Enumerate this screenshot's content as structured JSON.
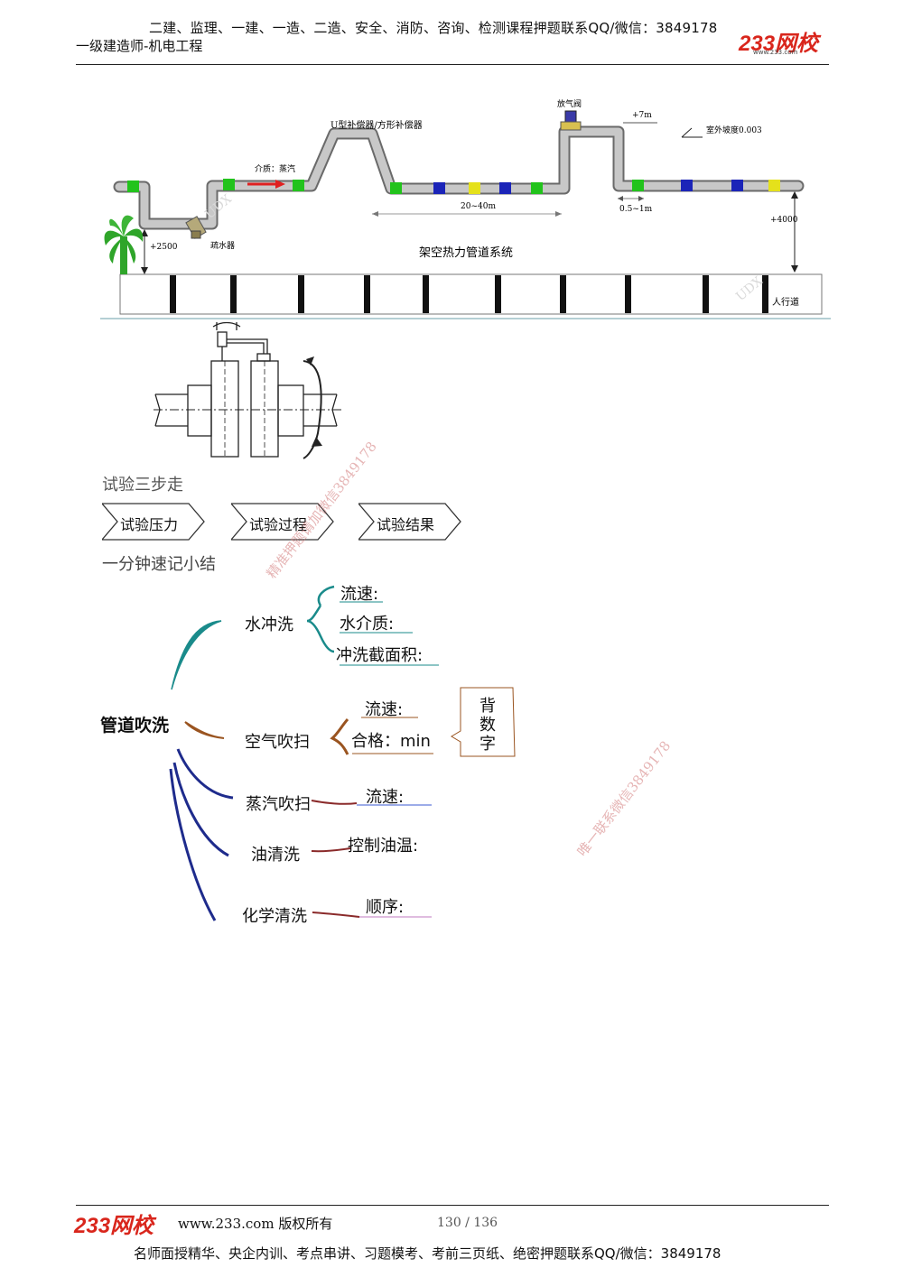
{
  "header": {
    "top_line": "二建、监理、一建、一造、二造、安全、消防、咨询、检测课程押题联系QQ/微信：3849178",
    "subtitle": "一级建造师-机电工程",
    "logo": "233网校",
    "logo_url": "www.233.com"
  },
  "figure": {
    "title": "架空热力管道系统",
    "compensator": "U型补偿器/方形补偿器",
    "medium": "介质：蒸汽",
    "trap": "疏水器",
    "vent_valve": "放气阀",
    "elev_7m": "+7m",
    "slope": "室外坡度0.003",
    "span_20_40": "20~40m",
    "span_05_1": "0.5~1m",
    "elev_2500": "+2500",
    "elev_4000": "+4000",
    "sidewalk": "人行道",
    "watermark": "UDX"
  },
  "section": {
    "three_steps_title": "试验三步走",
    "steps": [
      "试验压力",
      "试验过程",
      "试验结果"
    ],
    "summary_title": "一分钟速记小结"
  },
  "mindmap": {
    "root": "管道吹洗",
    "water": {
      "label": "水冲洗",
      "items": [
        "流速:",
        "水介质:",
        "冲洗截面积:"
      ]
    },
    "air": {
      "label": "空气吹扫",
      "items": [
        "流速:",
        "合格：min"
      ],
      "note": [
        "背",
        "数",
        "字"
      ]
    },
    "steam": {
      "label": "蒸汽吹扫",
      "item": "流速:"
    },
    "oil": {
      "label": "油清洗",
      "item": "控制油温:"
    },
    "chem": {
      "label": "化学清洗",
      "item": "顺序:"
    }
  },
  "watermarks": [
    "精准押题请加微信3849178",
    "唯一联系微信3849178"
  ],
  "footer": {
    "logo": "233网校",
    "copyright": "www.233.com 版权所有",
    "page": "130 / 136",
    "bottom_line": "名师面授精华、央企内训、考点串讲、习题模考、考前三页纸、绝密押题联系QQ/微信：3849178"
  }
}
